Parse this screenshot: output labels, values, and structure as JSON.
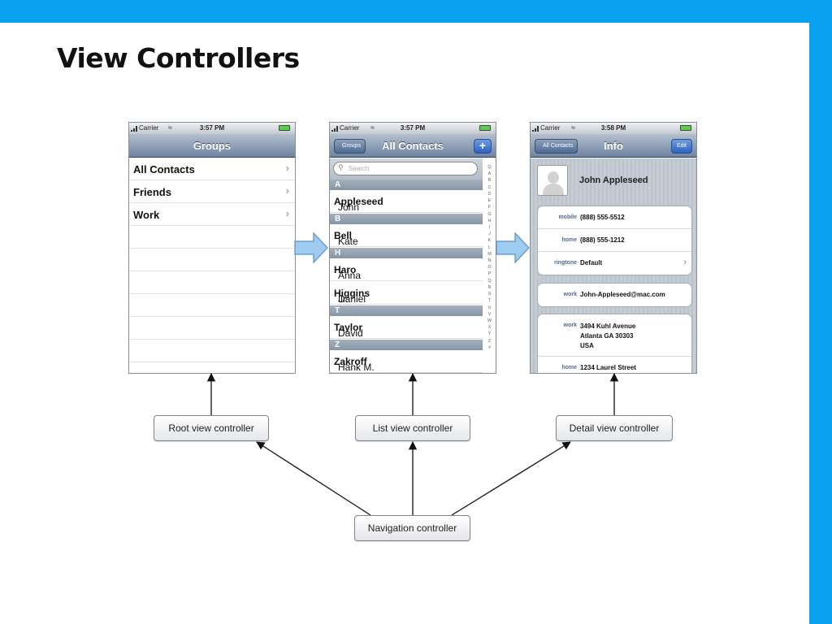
{
  "slide": {
    "title": "View Controllers"
  },
  "phones": {
    "root": {
      "carrier": "Carrier",
      "time": "3:57 PM",
      "nav_title": "Groups",
      "rows": [
        {
          "label": "All Contacts"
        },
        {
          "label": "Friends"
        },
        {
          "label": "Work"
        }
      ]
    },
    "list": {
      "carrier": "Carrier",
      "time": "3:57 PM",
      "nav_title": "All Contacts",
      "back_label": "Groups",
      "add_label": "+",
      "search_placeholder": "Search",
      "sections": [
        {
          "header": "A",
          "rows": [
            {
              "first": "John",
              "last": "Appleseed",
              "suffix": ""
            }
          ]
        },
        {
          "header": "B",
          "rows": [
            {
              "first": "Kate",
              "last": "Bell",
              "suffix": ""
            }
          ]
        },
        {
          "header": "H",
          "rows": [
            {
              "first": "Anna",
              "last": "Haro",
              "suffix": ""
            },
            {
              "first": "Daniel",
              "last": "Higgins",
              "suffix": "Jr."
            }
          ]
        },
        {
          "header": "T",
          "rows": [
            {
              "first": "David",
              "last": "Taylor",
              "suffix": ""
            }
          ]
        },
        {
          "header": "Z",
          "rows": [
            {
              "first": "Hank M.",
              "last": "Zakroff",
              "suffix": ""
            }
          ]
        }
      ],
      "index_letters": [
        "Q",
        "A",
        "B",
        "C",
        "D",
        "E",
        "F",
        "G",
        "H",
        "I",
        "J",
        "K",
        "L",
        "M",
        "N",
        "O",
        "P",
        "Q",
        "R",
        "S",
        "T",
        "U",
        "V",
        "W",
        "X",
        "Y",
        "Z",
        "#"
      ]
    },
    "detail": {
      "carrier": "Carrier",
      "time": "3:58 PM",
      "nav_title": "Info",
      "back_label": "All Contacts",
      "edit_label": "Edit",
      "name": "John Appleseed",
      "phones": [
        {
          "key": "mobile",
          "value": "(888) 555-5512"
        },
        {
          "key": "home",
          "value": "(888) 555-1212"
        },
        {
          "key": "ringtone",
          "value": "Default"
        }
      ],
      "email": {
        "key": "work",
        "value": "John-Appleseed@mac.com"
      },
      "address": {
        "key": "work",
        "line1": "3494 Kuhl Avenue",
        "line2": "Atlanta GA 30303",
        "line3": "USA"
      },
      "address2": {
        "key": "home",
        "value": "1234 Laurel Street"
      }
    }
  },
  "controllers": {
    "root": "Root view controller",
    "list": "List view controller",
    "detail": "Detail view controller",
    "navigation": "Navigation controller"
  },
  "colors": {
    "accent_band": "#0aa0f0",
    "flow_arrow": "#9ecbf0"
  }
}
